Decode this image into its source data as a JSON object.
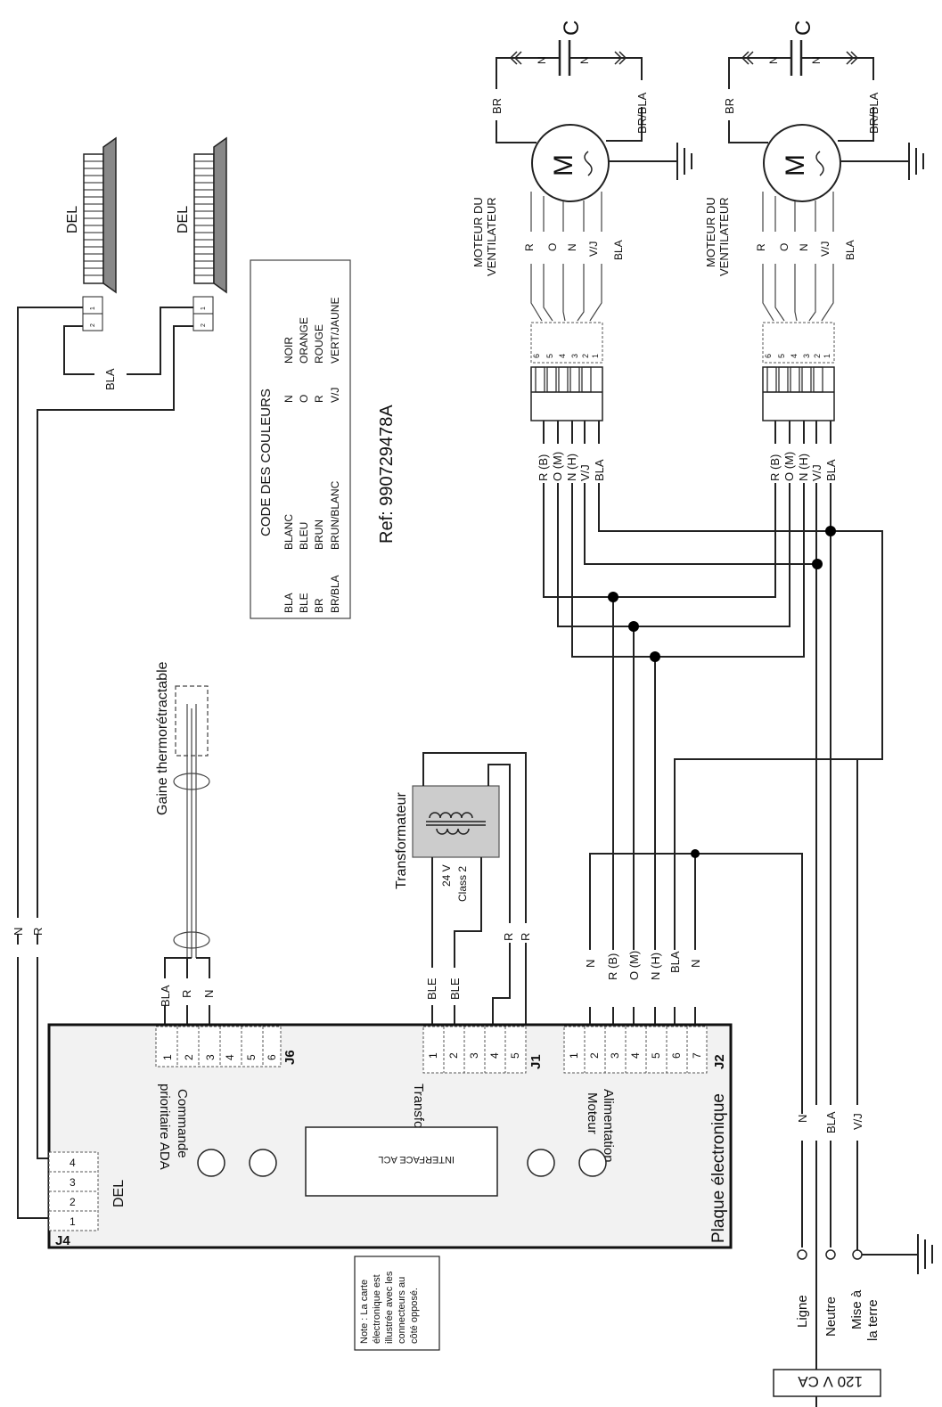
{
  "legend": {
    "title": "CODE DES COULEURS",
    "entries": [
      {
        "code": "BLA",
        "name": "BLANC"
      },
      {
        "code": "BLE",
        "name": "BLEU"
      },
      {
        "code": "BR",
        "name": "BRUN"
      },
      {
        "code": "BR/BLA",
        "name": "BRUN/BLANC"
      },
      {
        "code": "N",
        "name": "NOIR"
      },
      {
        "code": "O",
        "name": "ORANGE"
      },
      {
        "code": "R",
        "name": "ROUGE"
      },
      {
        "code": "V/J",
        "name": "VERT/JAUNE"
      }
    ]
  },
  "ref": "Ref: 990729478A",
  "labels": {
    "del": "DEL",
    "bla": "BLA",
    "gaine": "Gaine thermorétractable",
    "transformateur": "Transformateur",
    "transfo_volt": "24 V",
    "transfo_class": "Class 2",
    "motor_label": "MOTEUR DU",
    "motor_label2": "VENTILATEUR",
    "motor_m": "M",
    "cap": "C",
    "cap_n": "N",
    "br": "BR",
    "brbla": "BR/BLA",
    "motor_wires": [
      "R",
      "O",
      "N",
      "V/J",
      "BLA"
    ],
    "harness_wires": [
      "R (B)",
      "O (M)",
      "N (H)",
      "V/J",
      "BLA"
    ],
    "j6_wires": [
      "BLA",
      "R",
      "N"
    ],
    "j1_wires": [
      "BLE",
      "BLE",
      "R",
      "R"
    ],
    "j2_wires": [
      "N",
      "R (B)",
      "O (M)",
      "N (H)",
      "BLA",
      "N"
    ],
    "led_wires": [
      "N",
      "R"
    ],
    "supply_wires": [
      "N",
      "BLA",
      "V/J"
    ],
    "board": "Plaque électronique",
    "j4": "J4",
    "j6": "J6",
    "j1": "J1",
    "j2": "J2",
    "lcd": "INTERFACE ACL",
    "cmd1": "Commande",
    "cmd2": "prioritaire ADA",
    "trf": "Transformateur",
    "alim1": "Alimentation,",
    "alim2": "Moteur",
    "ligne": "Ligne",
    "neutre": "Neutre",
    "terre1": "Mise à",
    "terre2": "la terre",
    "supply": "120 V CA",
    "note": [
      "Note : La carte",
      "électronique est",
      "illustrée avec les",
      "connecteurs au",
      "côté opposé."
    ]
  },
  "pins": {
    "j4": [
      "1",
      "2",
      "3",
      "4"
    ],
    "j6": [
      "1",
      "2",
      "3",
      "4",
      "5",
      "6"
    ],
    "j1": [
      "1",
      "2",
      "3",
      "4",
      "5"
    ],
    "j2": [
      "1",
      "2",
      "3",
      "4",
      "5",
      "6",
      "7"
    ],
    "led": [
      "2",
      "1"
    ],
    "motor": [
      "6",
      "5",
      "4",
      "3",
      "2",
      "1"
    ]
  }
}
